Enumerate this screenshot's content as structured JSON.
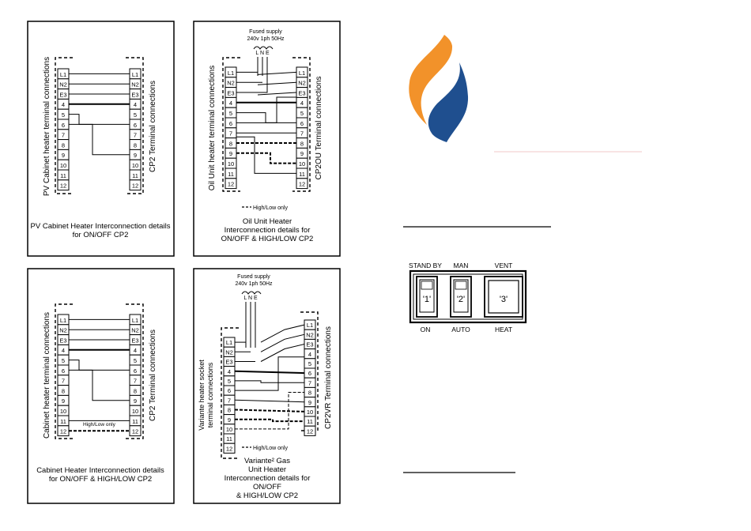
{
  "colors": {
    "flame_orange": "#f2922a",
    "flame_blue": "#1f4f8f",
    "accent_line": "#f0c8c8"
  },
  "terminals": [
    "L1",
    "N2",
    "E3",
    "4",
    "5",
    "6",
    "7",
    "8",
    "9",
    "10",
    "11",
    "12"
  ],
  "panel1": {
    "left_label": "PV Cabinet heater terminal connections",
    "right_label": "CP2 Terminal connections",
    "caption_line1": "PV Cabinet Heater Interconnection details",
    "caption_line2": "for ON/OFF CP2"
  },
  "panel2": {
    "supply_line1": "Fused supply",
    "supply_line2": "240v 1ph 50Hz",
    "lne": "L  N  E",
    "left_label": "Oil Unit heater terminal connections",
    "right_label": "CP2OU Terminal connections",
    "legend": "High/Low only",
    "caption_line1": "Oil Unit Heater",
    "caption_line2": "Interconnection details for",
    "caption_line3": "ON/OFF & HIGH/LOW CP2"
  },
  "panel3": {
    "left_label": "Cabinet heater terminal connections",
    "right_label": "CP2 Terminal connections",
    "highlow_label": "High/Low only",
    "caption_line1": "Cabinet Heater Interconnection details",
    "caption_line2": "for ON/OFF & HIGH/LOW CP2"
  },
  "panel4": {
    "supply_line1": "Fused supply",
    "supply_line2": "240v 1ph 50Hz",
    "lne": "L  N  E",
    "left_label_line1": "Variante heater socket",
    "left_label_line2": "terminal connections",
    "right_label": "CP2VR Terminal connections",
    "legend": "High/Low only",
    "caption_line1": "Variante² Gas",
    "caption_line2": "Unit Heater",
    "caption_line3": "Interconnection details for",
    "caption_line4": "ON/OFF",
    "caption_line5": "& HIGH/LOW CP2"
  },
  "switches": {
    "top_labels": [
      "STAND BY",
      "MAN",
      "VENT"
    ],
    "numbers": [
      "'1'",
      "'2'",
      "'3'"
    ],
    "bottom_labels": [
      "ON",
      "AUTO",
      "HEAT"
    ]
  }
}
